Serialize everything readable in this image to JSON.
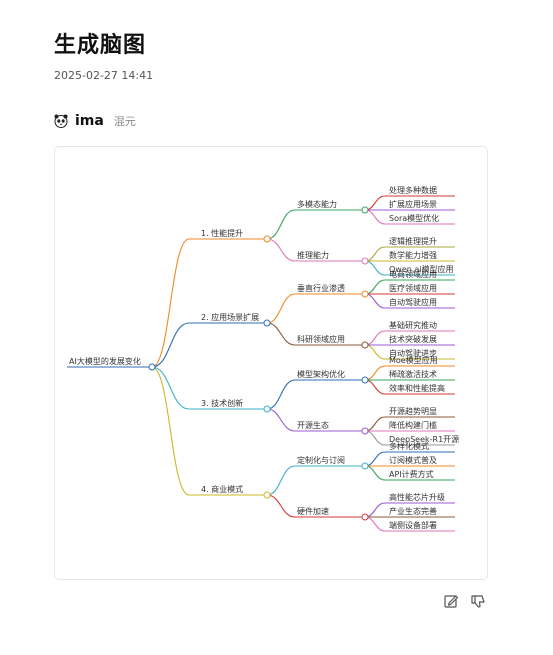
{
  "page": {
    "title": "生成脑图",
    "date": "2025-02-27 14:41",
    "author": "ima",
    "model": "混元"
  },
  "icons": {
    "avatar": "panda-icon",
    "edit": "edit-icon",
    "dislike": "thumbs-down-icon"
  },
  "mindmap": {
    "root": "AI大模型的发展变化",
    "branches": [
      {
        "label": "1. 性能提升",
        "color": "#f08a24",
        "subs": [
          {
            "label": "多模态能力",
            "color": "#3aa35c",
            "leaves": [
              {
                "label": "处理多种数据",
                "color": "#d63a3a"
              },
              {
                "label": "扩展应用场景",
                "color": "#9b59d0"
              },
              {
                "label": "Sora模型优化",
                "color": "#e075b8"
              }
            ]
          },
          {
            "label": "推理能力",
            "color": "#e075b8",
            "leaves": [
              {
                "label": "逻辑推理提升",
                "color": "#a8a840"
              },
              {
                "label": "数学能力增强",
                "color": "#c9b82a"
              },
              {
                "label": "Qwen.ai模型应用",
                "color": "#3bb0c9"
              }
            ]
          }
        ]
      },
      {
        "label": "2. 应用场景扩展",
        "color": "#2f6fb6",
        "subs": [
          {
            "label": "垂直行业渗透",
            "color": "#f08a24",
            "leaves": [
              {
                "label": "电商领域应用",
                "color": "#3aa35c"
              },
              {
                "label": "医疗领域应用",
                "color": "#d63a3a"
              },
              {
                "label": "自动驾驶应用",
                "color": "#9b59d0"
              }
            ]
          },
          {
            "label": "科研领域应用",
            "color": "#8b5a3a",
            "leaves": [
              {
                "label": "基础研究推动",
                "color": "#e075b8"
              },
              {
                "label": "技术突破发展",
                "color": "#9b59d0"
              },
              {
                "label": "自动驾驶进步",
                "color": "#c9b82a"
              }
            ]
          }
        ]
      },
      {
        "label": "3. 技术创新",
        "color": "#3bb0c9",
        "subs": [
          {
            "label": "模型架构优化",
            "color": "#2f6fb6",
            "leaves": [
              {
                "label": "Moe模型应用",
                "color": "#f08a24"
              },
              {
                "label": "稀疏激活技术",
                "color": "#3aa35c"
              },
              {
                "label": "效率和性能提高",
                "color": "#d63a3a"
              }
            ]
          },
          {
            "label": "开源生态",
            "color": "#9b59d0",
            "leaves": [
              {
                "label": "开源趋势明显",
                "color": "#8b5a3a"
              },
              {
                "label": "降低构建门槛",
                "color": "#e075b8"
              },
              {
                "label": "DeepSeek-R1开源",
                "color": "#9a9a9a"
              }
            ]
          }
        ]
      },
      {
        "label": "4. 商业模式",
        "color": "#c9b82a",
        "subs": [
          {
            "label": "定制化与订阅",
            "color": "#3bb0c9",
            "leaves": [
              {
                "label": "多样化模式",
                "color": "#2f6fb6"
              },
              {
                "label": "订阅模式普及",
                "color": "#f08a24"
              },
              {
                "label": "API计费方式",
                "color": "#3aa35c"
              }
            ]
          },
          {
            "label": "硬件加速",
            "color": "#d63a3a",
            "leaves": [
              {
                "label": "高性能芯片升级",
                "color": "#9b59d0"
              },
              {
                "label": "产业生态完善",
                "color": "#8b5a3a"
              },
              {
                "label": "端侧设备部署",
                "color": "#e075b8"
              }
            ]
          }
        ]
      }
    ]
  }
}
